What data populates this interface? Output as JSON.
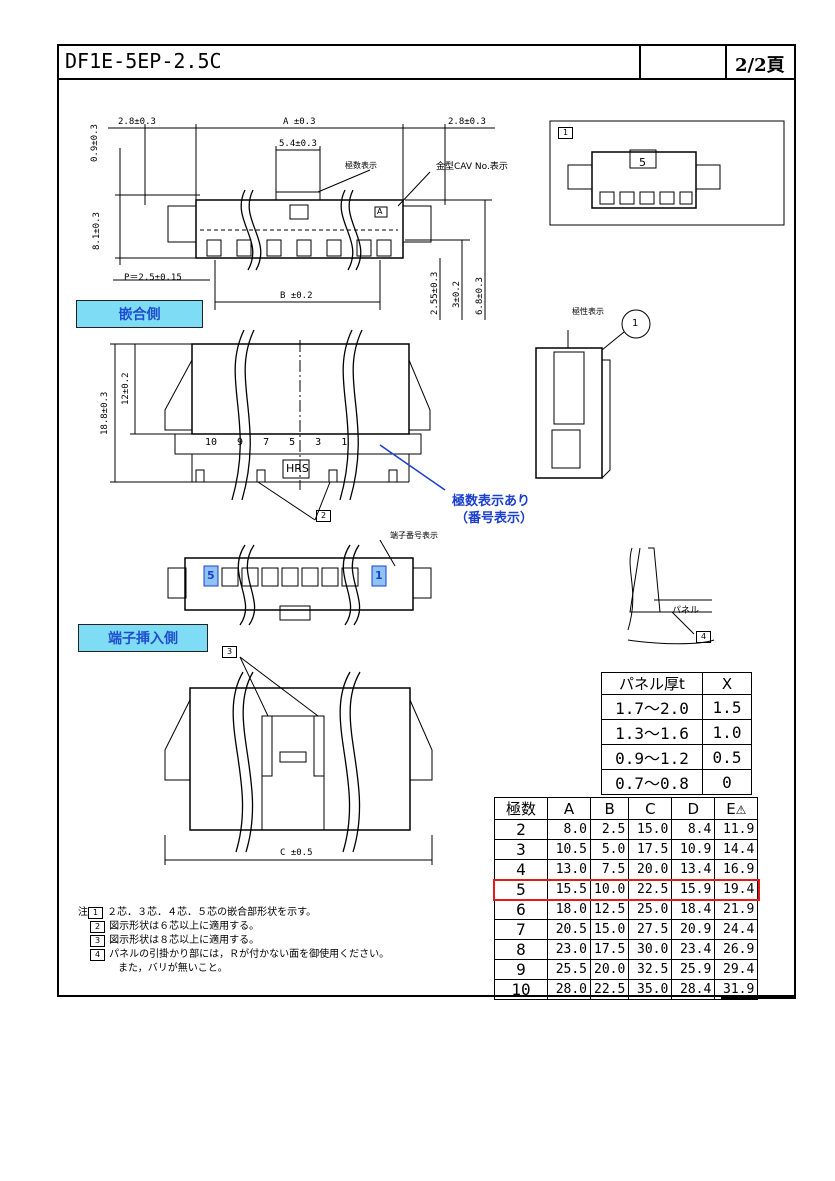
{
  "title_block": {
    "part_number": "DF1E-5EP-2.5C",
    "page": "2/2頁"
  },
  "dimensions": {
    "left_overhang": "2.8±0.3",
    "overall_a": "A ±0.3",
    "right_overhang": "2.8±0.3",
    "center_key": "5.4±0.3",
    "height_1": "0.9±0.3",
    "height_2": "8.1±0.3",
    "pitch": "P＝2.5±0.15",
    "span_b": "B ±0.2",
    "depth_1": "2.55±0.3",
    "depth_2": "3±0.2",
    "depth_3": "6.8±0.3",
    "total_height": "18.8±0.3",
    "inner_height": "12±0.2",
    "width_c": "C ±0.5"
  },
  "callouts": {
    "pole_marking": "極数表示",
    "mold_cav": "金型CAV No.表示",
    "polarity_marking": "極性表示",
    "terminal_number": "端子番号表示",
    "panel": "パネル",
    "note1": "1",
    "note2": "2",
    "note3": "3",
    "note4": "4",
    "circle1": "1",
    "hrs_logo": "HRS",
    "rib_numbers": "10 9 7 5 3 1",
    "term_left": "5",
    "term_right": "1",
    "cav_mark": "A",
    "key_mark": "5"
  },
  "sections": {
    "mating_side": "嵌合側",
    "terminal_side": "端子挿入側"
  },
  "annotation": {
    "line1": "極数表示あり",
    "line2": "（番号表示）"
  },
  "panel_table": {
    "headers": [
      "パネル厚t",
      "X"
    ],
    "rows": [
      [
        "1.7～2.0",
        "1.5"
      ],
      [
        "1.3～1.6",
        "1.0"
      ],
      [
        "0.9～1.2",
        "0.5"
      ],
      [
        "0.7～0.8",
        "0"
      ]
    ]
  },
  "dim_table": {
    "headers": [
      "極数",
      "A",
      "B",
      "C",
      "D",
      "E",
      "⚠"
    ],
    "rows": [
      [
        "2",
        "8.0",
        "2.5",
        "15.0",
        "8.4",
        "11.9"
      ],
      [
        "3",
        "10.5",
        "5.0",
        "17.5",
        "10.9",
        "14.4"
      ],
      [
        "4",
        "13.0",
        "7.5",
        "20.0",
        "13.4",
        "16.9"
      ],
      [
        "5",
        "15.5",
        "10.0",
        "22.5",
        "15.9",
        "19.4"
      ],
      [
        "6",
        "18.0",
        "12.5",
        "25.0",
        "18.4",
        "21.9"
      ],
      [
        "7",
        "20.5",
        "15.0",
        "27.5",
        "20.9",
        "24.4"
      ],
      [
        "8",
        "23.0",
        "17.5",
        "30.0",
        "23.4",
        "26.9"
      ],
      [
        "9",
        "25.5",
        "20.0",
        "32.5",
        "25.9",
        "29.4"
      ],
      [
        "10",
        "28.0",
        "22.5",
        "35.0",
        "28.4",
        "31.9"
      ]
    ],
    "highlight_row": 3,
    "highlight_color": "#e51b1b"
  },
  "notes": {
    "prefix": "注",
    "items": [
      {
        "num": "1",
        "text": "２芯．３芯．４芯．５芯の嵌合部形状を示す。"
      },
      {
        "num": "2",
        "text": "図示形状は６芯以上に適用する。"
      },
      {
        "num": "3",
        "text": "図示形状は８芯以上に適用する。"
      },
      {
        "num": "4",
        "text": "パネルの引掛かり部には，Ｒが付かない面を御使用ください。"
      }
    ],
    "continuation": "また，バリが無いこと。"
  },
  "colors": {
    "section_fill": "#7fdcf5",
    "section_text": "#1f4fd0",
    "annotation": "#1b3fcf",
    "highlight": "#e51b1b"
  }
}
